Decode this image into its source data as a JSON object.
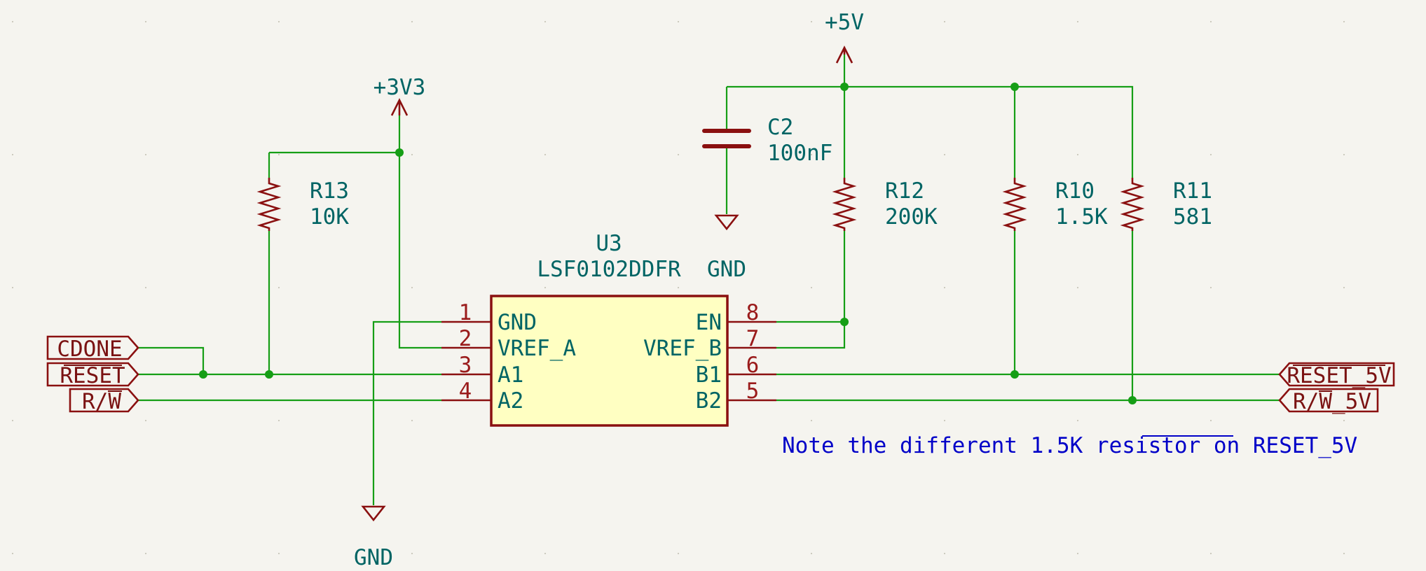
{
  "power": {
    "v5": "+5V",
    "v3v3": "+3V3",
    "gnd_left": "GND",
    "gnd_u3": "GND"
  },
  "u3": {
    "ref": "U3",
    "value": "LSF0102DDFR",
    "pins_left": [
      {
        "num": "1",
        "name": "GND"
      },
      {
        "num": "2",
        "name": "VREF_A"
      },
      {
        "num": "3",
        "name": "A1"
      },
      {
        "num": "4",
        "name": "A2"
      }
    ],
    "pins_right": [
      {
        "num": "8",
        "name": "EN"
      },
      {
        "num": "7",
        "name": "VREF_B"
      },
      {
        "num": "6",
        "name": "B1"
      },
      {
        "num": "5",
        "name": "B2"
      }
    ]
  },
  "c2": {
    "ref": "C2",
    "value": "100nF"
  },
  "r13": {
    "ref": "R13",
    "value": "10K"
  },
  "r12": {
    "ref": "R12",
    "value": "200K"
  },
  "r10": {
    "ref": "R10",
    "value": "1.5K"
  },
  "r11": {
    "ref": "R11",
    "value": "581"
  },
  "labels": {
    "cdone": "CDONE",
    "reset": "RESET",
    "rw": "R/W",
    "reset_5v": "RESET_5V",
    "rw_5v": "R/W_5V"
  },
  "note": {
    "text": "Note the different 1.5K resistor on ",
    "signal": "RESET_5V"
  },
  "colors": {
    "wire": "#169e16",
    "component": "#8a1010",
    "body_fill": "#ffffc2",
    "reference": "#006464",
    "note": "#0000c8",
    "background": "#f5f4ef"
  }
}
